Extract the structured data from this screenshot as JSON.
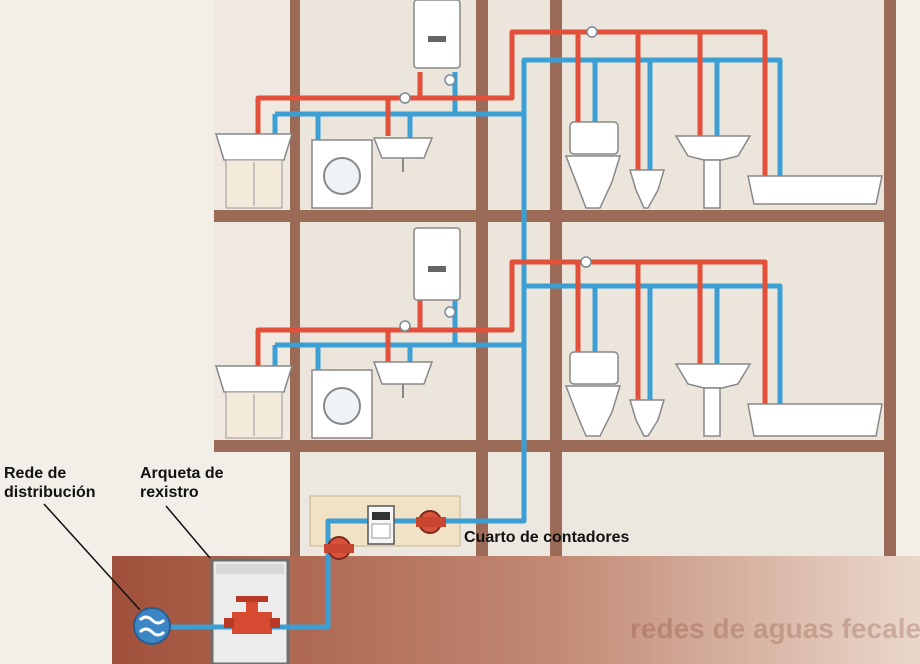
{
  "labels": {
    "network": "Rede de distribución",
    "network_line1": "Rede de",
    "network_line2": "distribución",
    "box": "Arqueta de rexistro",
    "box_line1": "Arqueta de",
    "box_line2": "rexistro",
    "meters": "Cuarto de contadores"
  },
  "colors": {
    "hot_pipe": "#e2503a",
    "cold_pipe": "#3c9fd3",
    "wall": "#9b6b57",
    "ground": "#a5573c",
    "room": "#ece6de"
  }
}
